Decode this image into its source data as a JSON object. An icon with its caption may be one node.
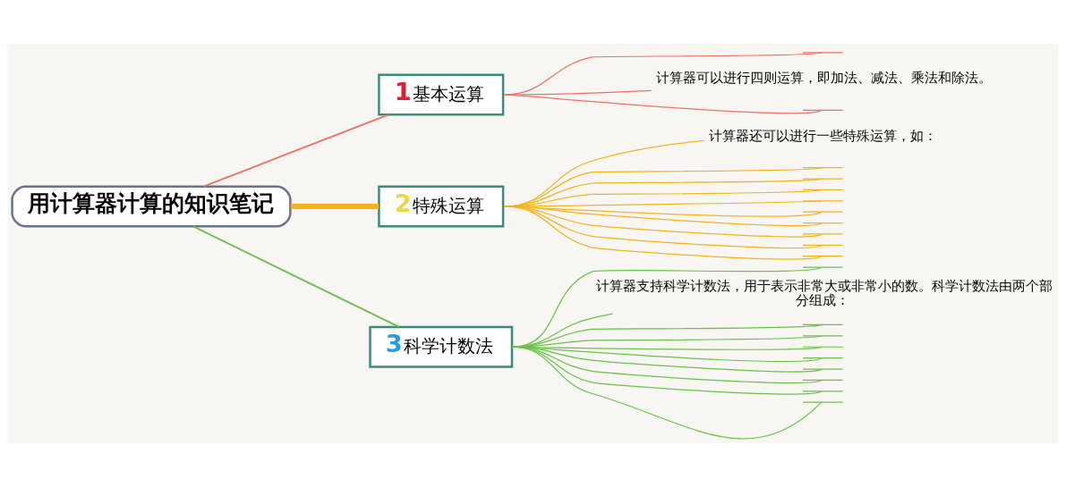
{
  "diagram": {
    "nodes": [
      {
        "text": [
          "用计算器计算的知识笔记"
        ]
      },
      {
        "text": [
          "1",
          "基本运算"
        ]
      },
      {
        "text": [],
        "shape": "line"
      },
      {
        "text": [
          "计算器可以进行四则运算，即加法、减法、乘法和除法。"
        ]
      },
      {
        "text": [],
        "shape": "line"
      },
      {
        "text": [
          "2",
          "特殊运算"
        ]
      },
      {
        "text": [
          "计算器还可以进行一些特殊运算，如："
        ]
      },
      {
        "text": [],
        "shape": "line"
      },
      {
        "text": [],
        "shape": "line"
      },
      {
        "text": [],
        "shape": "line"
      },
      {
        "text": [],
        "shape": "line"
      },
      {
        "text": [],
        "shape": "line"
      },
      {
        "text": [],
        "shape": "line"
      },
      {
        "text": [],
        "shape": "line"
      },
      {
        "text": [],
        "shape": "line"
      },
      {
        "text": [],
        "shape": "line"
      },
      {
        "text": [
          "3",
          "科学计数法"
        ]
      },
      {
        "text": [],
        "shape": "line"
      },
      {
        "text": [
          "计算器支持科学计数法，用于表示非常大或非常小的数。科学计数法由两个部分组成："
        ]
      },
      {
        "text": [],
        "shape": "line"
      },
      {
        "text": [],
        "shape": "line"
      },
      {
        "text": [],
        "shape": "line"
      },
      {
        "text": [],
        "shape": "line"
      },
      {
        "text": [],
        "shape": "line"
      },
      {
        "text": [],
        "shape": "line"
      },
      {
        "text": [],
        "shape": "line"
      },
      {
        "text": [],
        "shape": "line"
      }
    ],
    "edges": [
      {
        "from": 0,
        "to": 1,
        "arrow": "none",
        "color": "#f07067"
      },
      {
        "from": 0,
        "to": 5,
        "arrow": "none",
        "style": "thick",
        "color": "#f5b21b"
      },
      {
        "from": 0,
        "to": 16,
        "arrow": "none",
        "color": "#6cc04a"
      },
      {
        "from": 1,
        "to": 2,
        "arrow": "none",
        "color": "#f07067"
      },
      {
        "from": 1,
        "to": 3,
        "arrow": "none",
        "color": "#f07067"
      },
      {
        "from": 1,
        "to": 4,
        "arrow": "none",
        "color": "#f07067"
      },
      {
        "from": 5,
        "to": 6,
        "arrow": "none",
        "color": "#f5b21b"
      },
      {
        "from": 5,
        "to": 7,
        "arrow": "none",
        "color": "#f5b21b"
      },
      {
        "from": 5,
        "to": 8,
        "arrow": "none",
        "color": "#f5b21b"
      },
      {
        "from": 5,
        "to": 9,
        "arrow": "none",
        "color": "#f5b21b"
      },
      {
        "from": 5,
        "to": 10,
        "arrow": "none",
        "color": "#f5b21b"
      },
      {
        "from": 5,
        "to": 11,
        "arrow": "none",
        "color": "#f5b21b"
      },
      {
        "from": 5,
        "to": 12,
        "arrow": "none",
        "color": "#f5b21b"
      },
      {
        "from": 5,
        "to": 13,
        "arrow": "none",
        "color": "#f5b21b"
      },
      {
        "from": 5,
        "to": 14,
        "arrow": "none",
        "color": "#f5b21b"
      },
      {
        "from": 5,
        "to": 15,
        "arrow": "none",
        "color": "#f5b21b"
      },
      {
        "from": 16,
        "to": 17,
        "arrow": "none",
        "color": "#6cc04a"
      },
      {
        "from": 16,
        "to": 18,
        "arrow": "none",
        "color": "#6cc04a"
      },
      {
        "from": 16,
        "to": 19,
        "arrow": "none",
        "color": "#6cc04a"
      },
      {
        "from": 16,
        "to": 20,
        "arrow": "none",
        "color": "#6cc04a"
      },
      {
        "from": 16,
        "to": 21,
        "arrow": "none",
        "color": "#6cc04a"
      },
      {
        "from": 16,
        "to": 22,
        "arrow": "none",
        "color": "#6cc04a"
      },
      {
        "from": 16,
        "to": 23,
        "arrow": "none",
        "color": "#6cc04a"
      },
      {
        "from": 16,
        "to": 24,
        "arrow": "none",
        "color": "#6cc04a"
      },
      {
        "from": 16,
        "to": 25,
        "arrow": "none",
        "color": "#6cc04a"
      },
      {
        "from": 16,
        "to": 26,
        "arrow": "none",
        "color": "#6cc04a"
      }
    ]
  }
}
